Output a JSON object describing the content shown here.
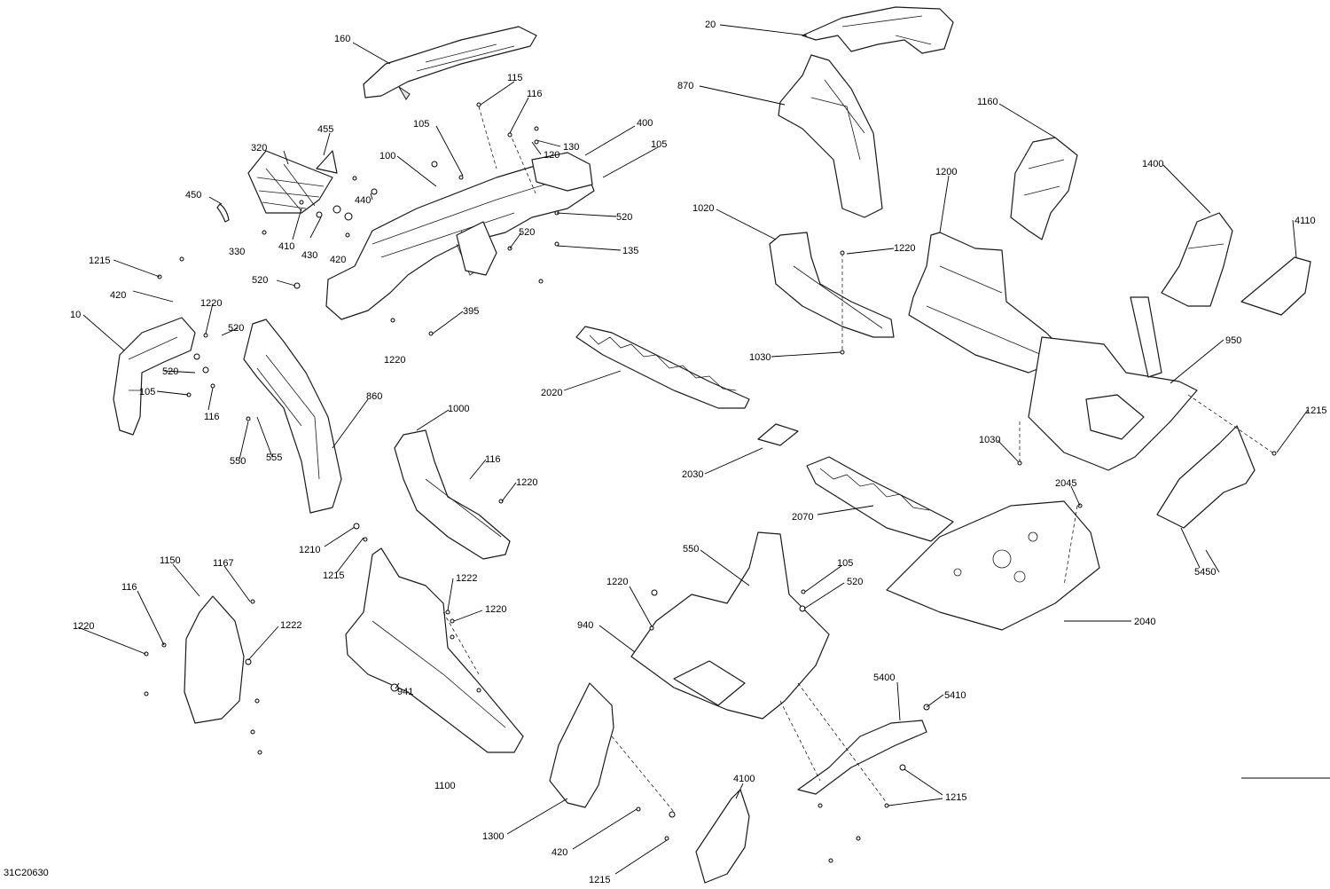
{
  "document_id": "31C20630",
  "callouts": {
    "c160": "160",
    "c20": "20",
    "c870": "870",
    "c115": "115",
    "c116a": "116",
    "c455": "455",
    "c320": "320",
    "c105a": "105",
    "c120": "120",
    "c130": "130",
    "c400": "400",
    "c105b": "105",
    "c100": "100",
    "c1160": "1160",
    "c450": "450",
    "c440": "440",
    "c1200": "1200",
    "c1400": "1400",
    "c520a": "520",
    "c1020": "1020",
    "c4110": "4110",
    "c330": "330",
    "c410": "410",
    "c430": "430",
    "c520b": "520",
    "c135": "135",
    "c1220a": "1220",
    "c420a": "420",
    "c1215a": "1215",
    "c420b": "420",
    "c520c": "520",
    "c1220b": "1220",
    "c395": "395",
    "c10": "10",
    "c520d": "520",
    "c1030a": "1030",
    "c520e": "520",
    "c1220c": "1220",
    "c950": "950",
    "c105c": "105",
    "c2020": "2020",
    "c116b": "116",
    "c860": "860",
    "c1000": "1000",
    "c1215b": "1215",
    "c1030b": "1030",
    "c550a": "550",
    "c555": "555",
    "c116c": "116",
    "c2030": "2030",
    "c1220d": "1220",
    "c2045": "2045",
    "c2070": "2070",
    "c1210": "1210",
    "c5450": "5450",
    "c1215c": "1215",
    "c550b": "550",
    "c105d": "105",
    "c1150": "1150",
    "c1167": "1167",
    "c1222a": "1222",
    "c520f": "520",
    "c1220e": "1220",
    "c116d": "116",
    "c1220f": "1220",
    "c2040": "2040",
    "c1220g": "1220",
    "c1222b": "1222",
    "c940": "940",
    "c941": "941",
    "c5400": "5400",
    "c5410": "5410",
    "c4100": "4100",
    "c1215d": "1215",
    "c1100": "1100",
    "c1300": "1300",
    "c420c": "420",
    "c1215e": "1215"
  }
}
